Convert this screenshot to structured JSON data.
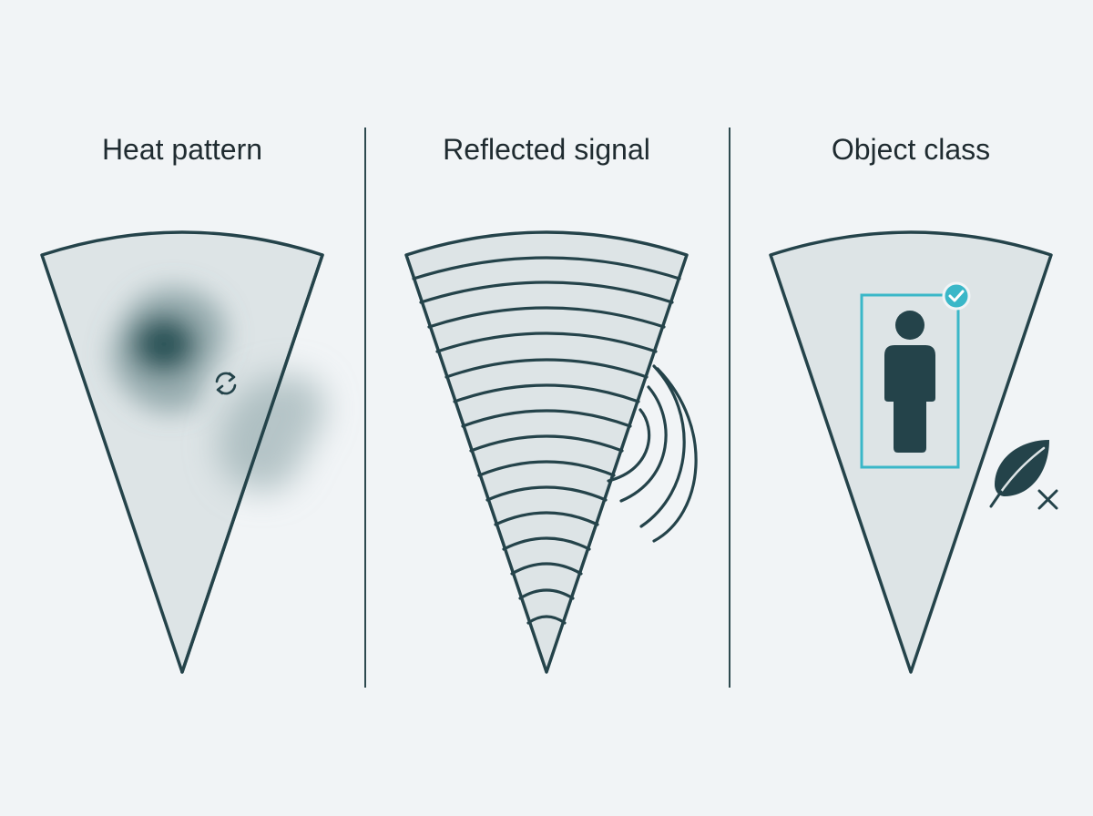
{
  "panels": [
    {
      "id": "heat",
      "title": "Heat pattern",
      "icon": "refresh-icon"
    },
    {
      "id": "reflected",
      "title": "Reflected signal",
      "icon": "signal-waves-icon"
    },
    {
      "id": "object",
      "title": "Object class",
      "icons": [
        "person-icon",
        "checkmark-icon",
        "leaf-icon",
        "x-icon"
      ]
    }
  ],
  "colors": {
    "background": "#f1f4f6",
    "cone_fill": "#dde4e6",
    "stroke": "#24434a",
    "accent": "#3ab7c8"
  }
}
